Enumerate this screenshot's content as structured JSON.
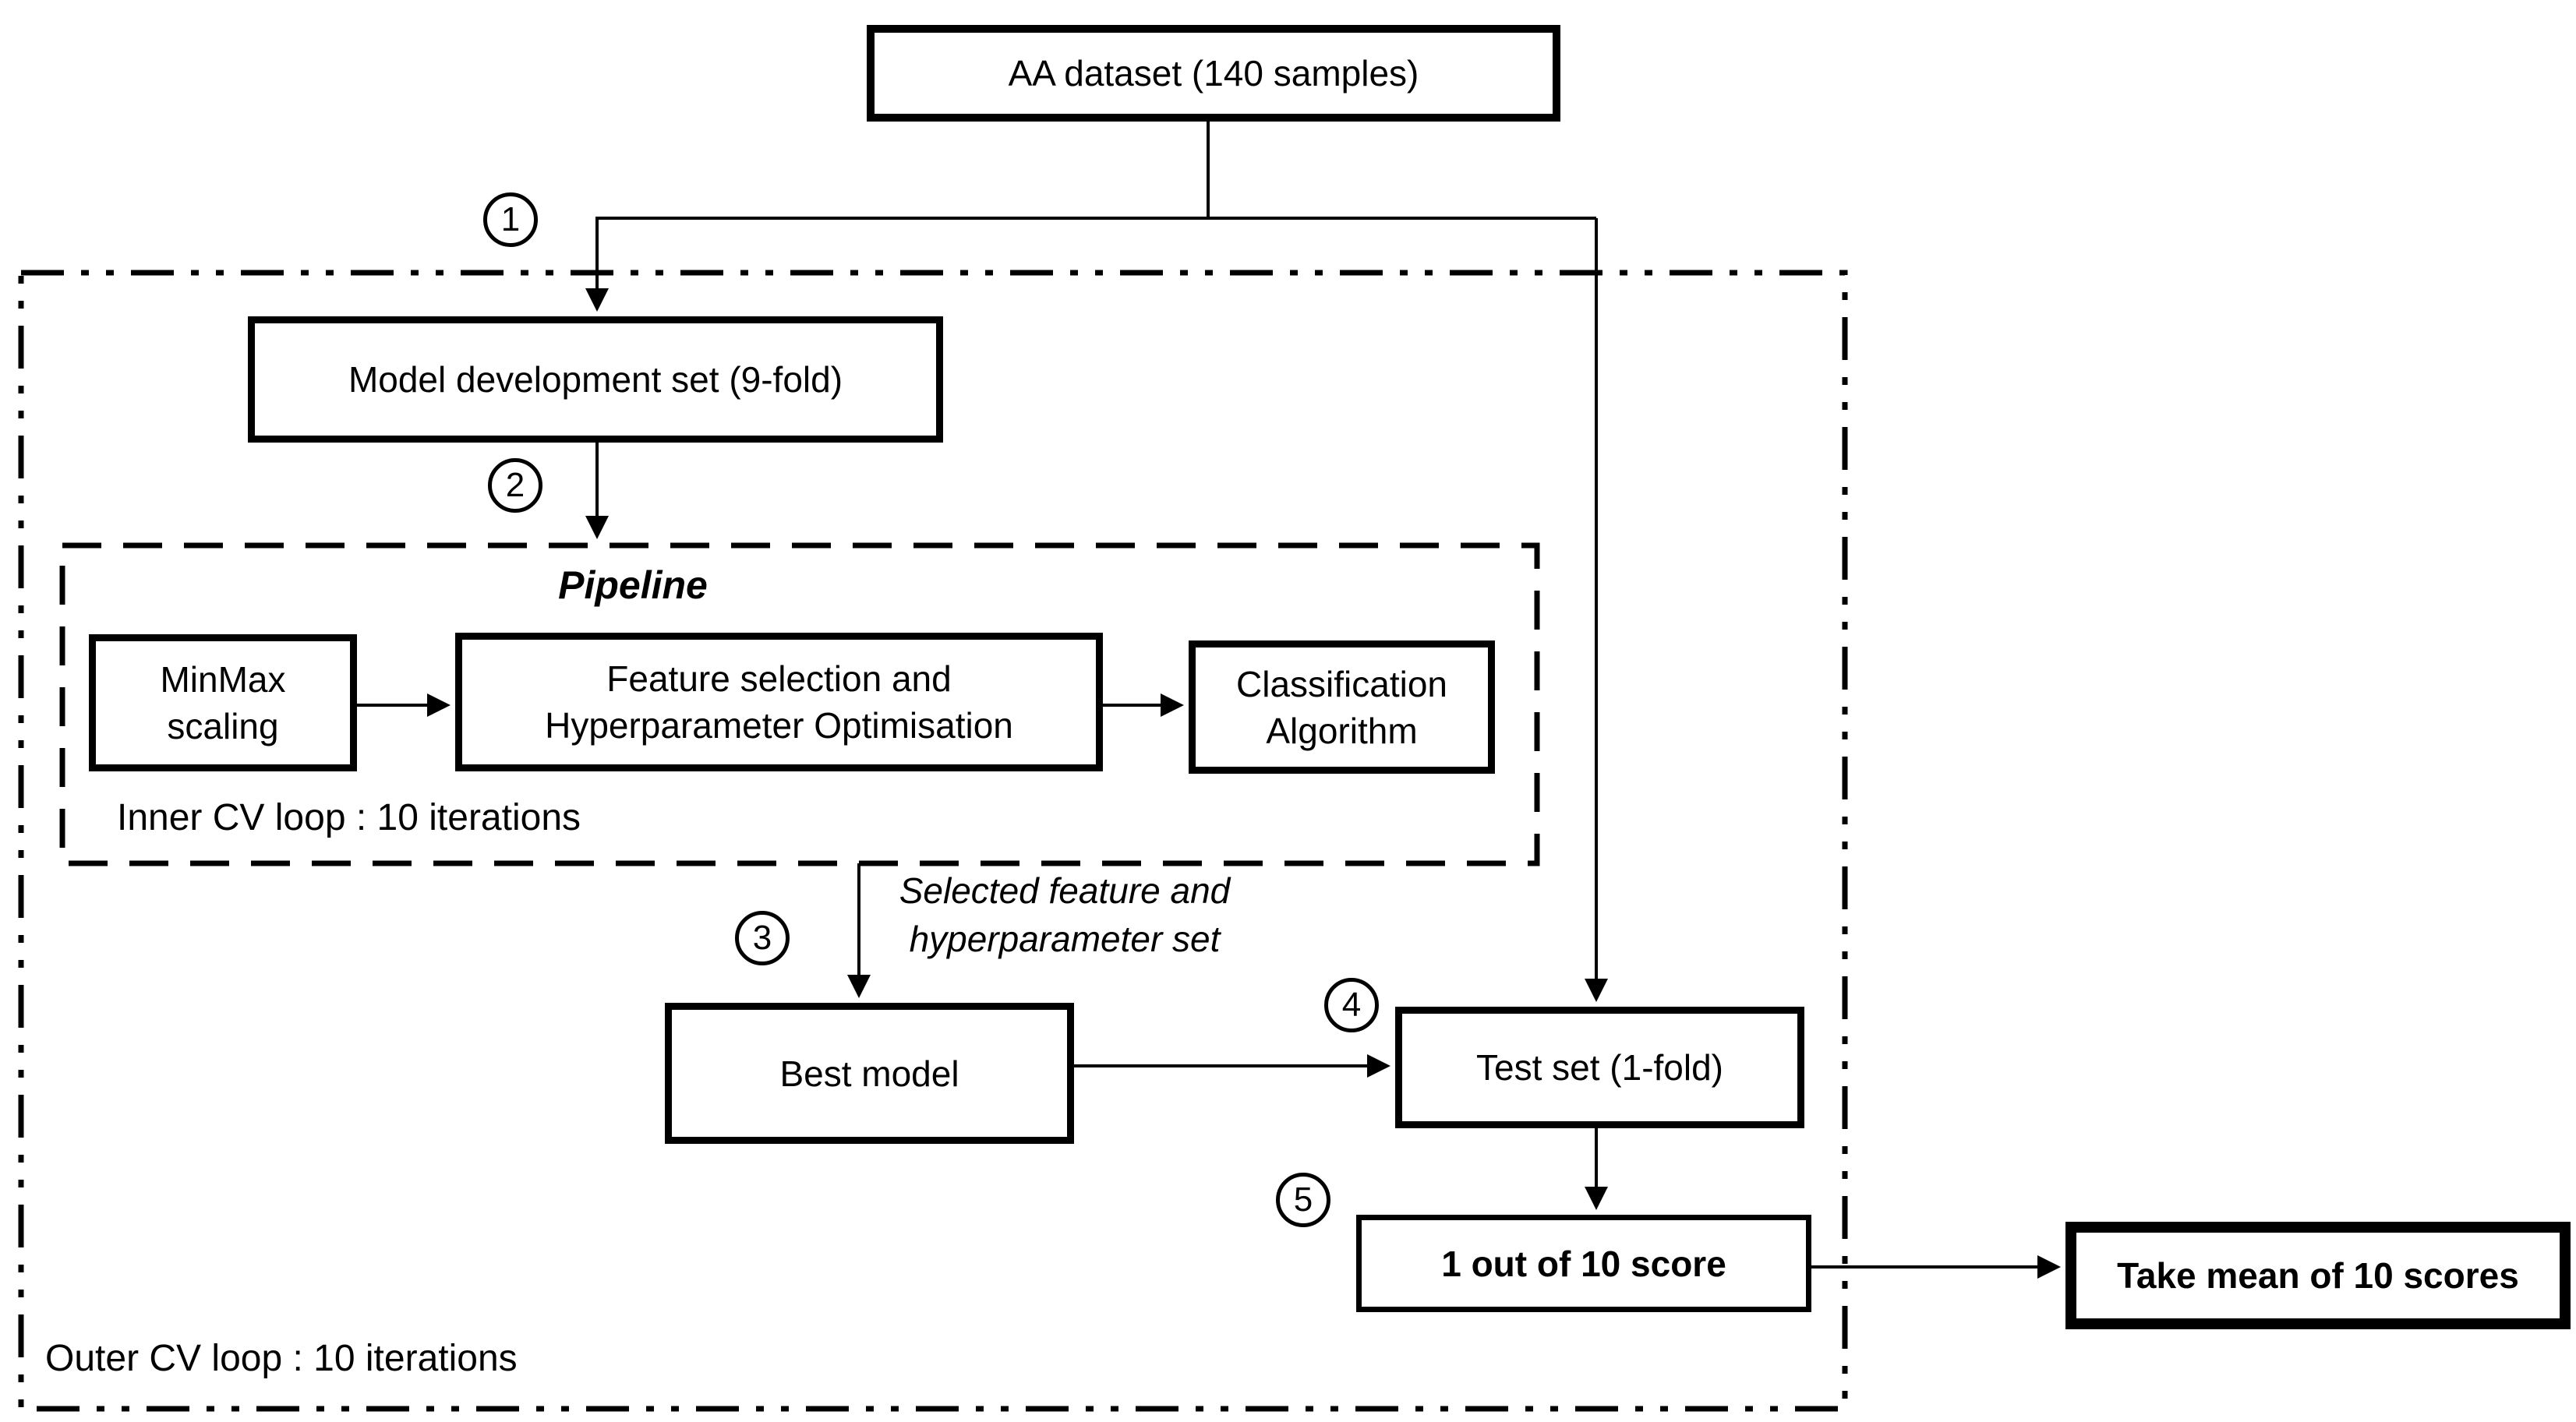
{
  "meta": {
    "description": "Nested cross-validation workflow diagram",
    "ink_color": "#000000",
    "background_color": "#ffffff"
  },
  "nodes": {
    "aa_dataset": {
      "label": "AA dataset (140 samples)"
    },
    "model_dev": {
      "label": "Model development set (9-fold)"
    },
    "minmax": {
      "line1": "MinMax",
      "line2": "scaling"
    },
    "feature": {
      "line1": "Feature selection and",
      "line2": "Hyperparameter Optimisation"
    },
    "classification": {
      "line1": "Classification",
      "line2": "Algorithm"
    },
    "best_model": {
      "label": "Best model"
    },
    "test_set": {
      "label": "Test set (1-fold)"
    },
    "score": {
      "label": "1 out of 10 score"
    },
    "take_mean": {
      "label": "Take mean of 10 scores"
    }
  },
  "labels": {
    "pipeline": "Pipeline",
    "inner_loop": "Inner CV loop : 10 iterations",
    "outer_loop": "Outer CV loop : 10 iterations",
    "selected_line1": "Selected feature and",
    "selected_line2": "hyperparameter set"
  },
  "steps": [
    {
      "n": "1"
    },
    {
      "n": "2"
    },
    {
      "n": "3"
    },
    {
      "n": "4"
    },
    {
      "n": "5"
    }
  ]
}
